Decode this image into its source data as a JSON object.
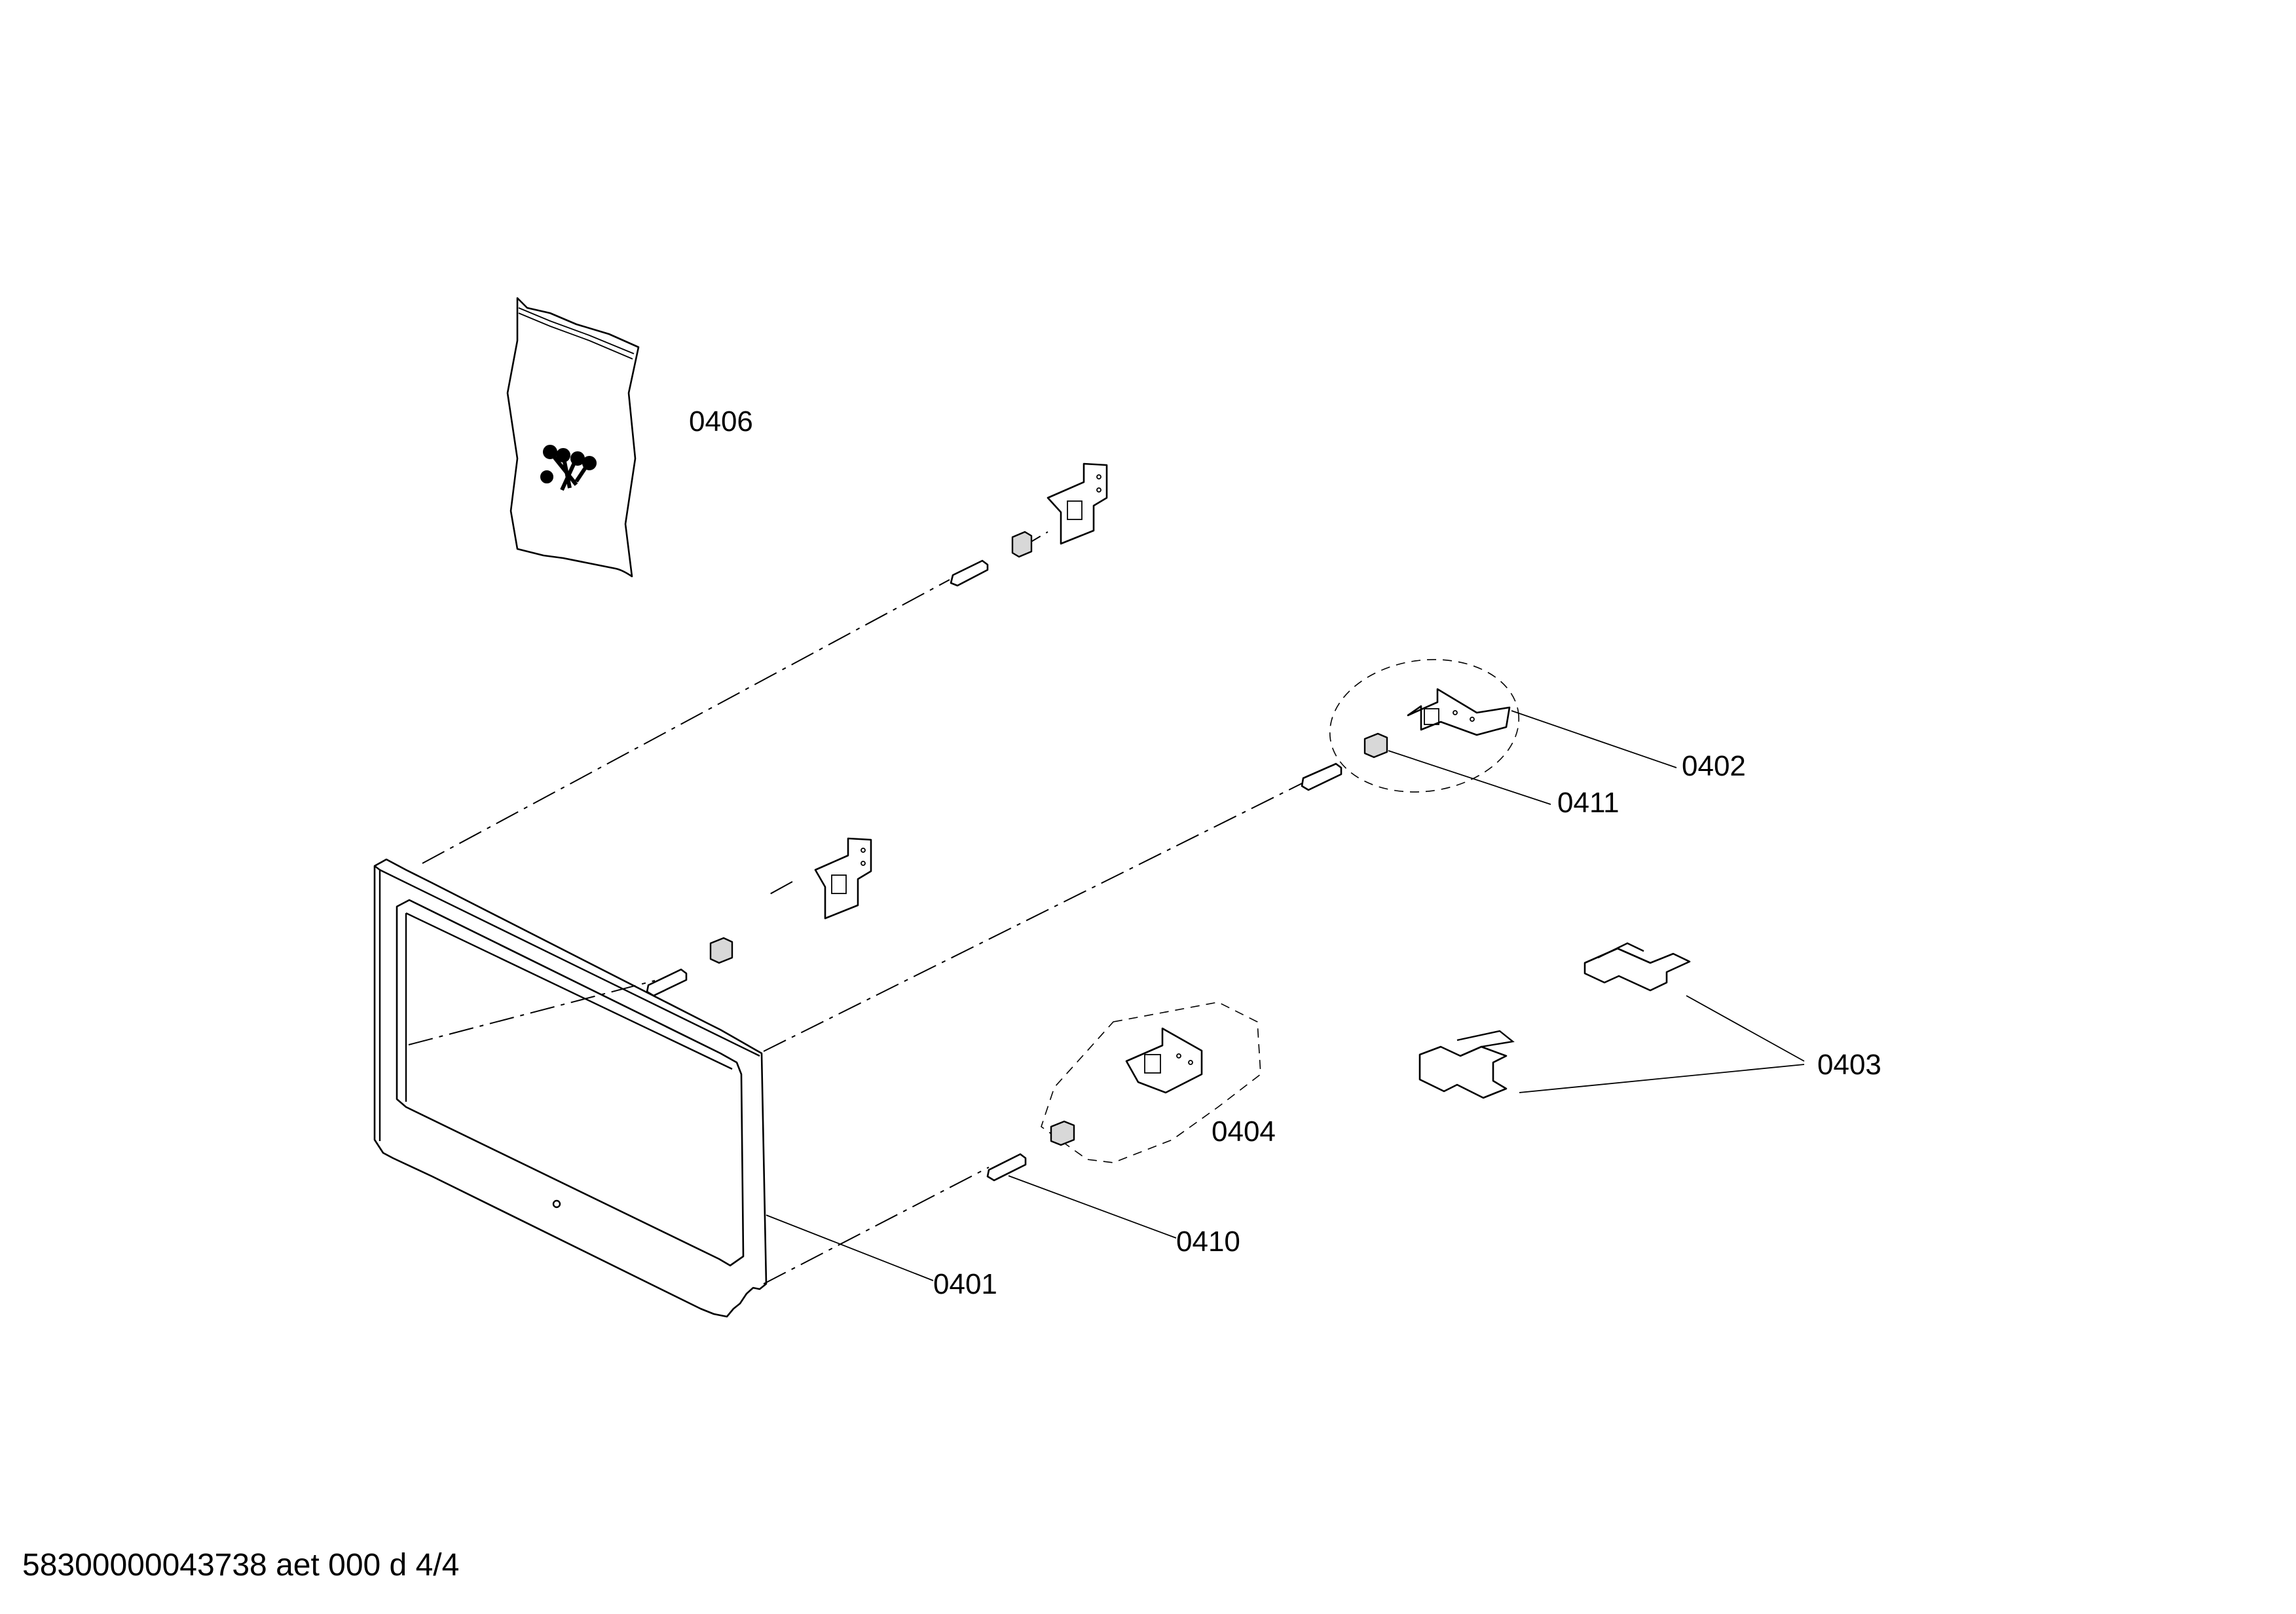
{
  "labels": {
    "p0401": "0401",
    "p0402": "0402",
    "p0403": "0403",
    "p0404": "0404",
    "p0406": "0406",
    "p0410": "0410",
    "p0411": "0411"
  },
  "footer": "58300000043738 aet 000 d 4/4"
}
